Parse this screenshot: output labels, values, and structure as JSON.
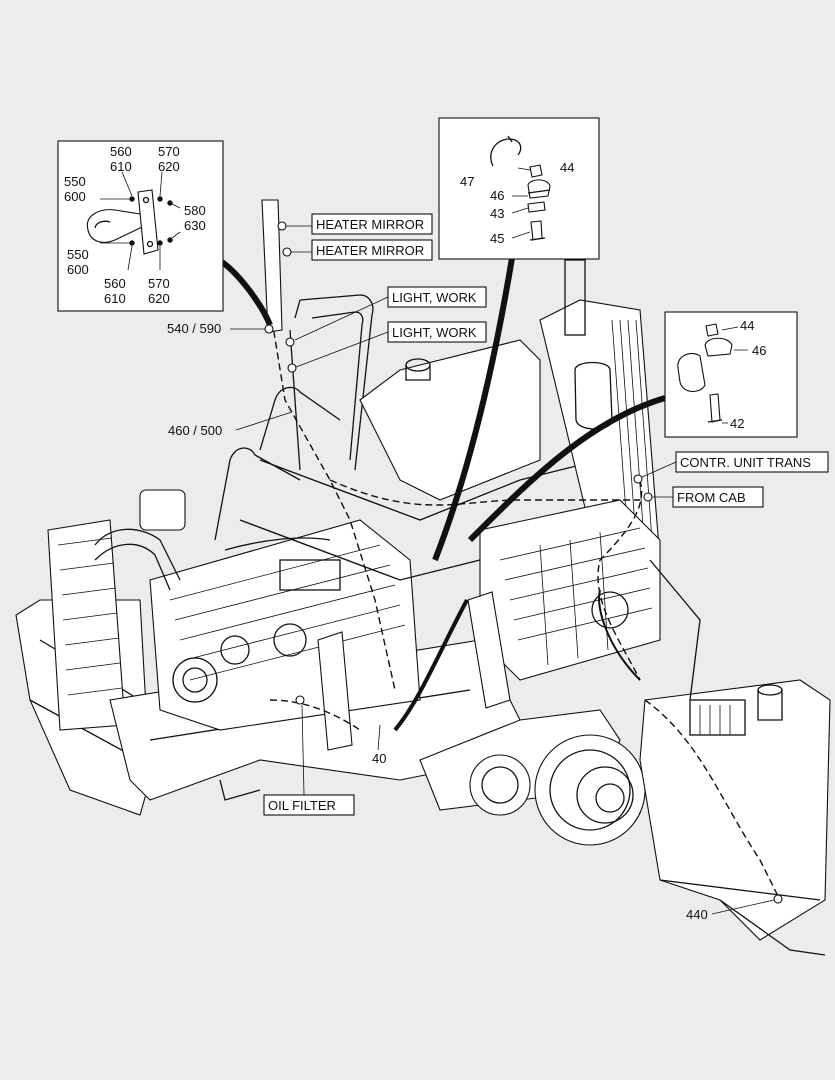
{
  "inset_handle": {
    "l1": "560",
    "l2": "610",
    "l3": "570",
    "l4": "620",
    "l5": "550",
    "l6": "600",
    "l7": "580",
    "l8": "630",
    "l9": "550",
    "l10": "600",
    "l11": "560",
    "l12": "610",
    "l13": "570",
    "l14": "620"
  },
  "inset_clip_top": {
    "p47": "47",
    "p44": "44",
    "p46": "46",
    "p43": "43",
    "p45": "45"
  },
  "inset_clip_right": {
    "p44": "44",
    "p46": "46",
    "p42": "42"
  },
  "callouts": {
    "heater_mirror_1": "HEATER MIRROR",
    "heater_mirror_2": "HEATER MIRROR",
    "light_work_1": "LIGHT, WORK",
    "light_work_2": "LIGHT, WORK",
    "contr_unit_trans": "CONTR. UNIT TRANS",
    "from_cab": "FROM CAB",
    "oil_filter": "OIL FILTER"
  },
  "refs": {
    "r540": "540 / 590",
    "r460": "460  /  500",
    "r40": "40",
    "r440": "440"
  }
}
